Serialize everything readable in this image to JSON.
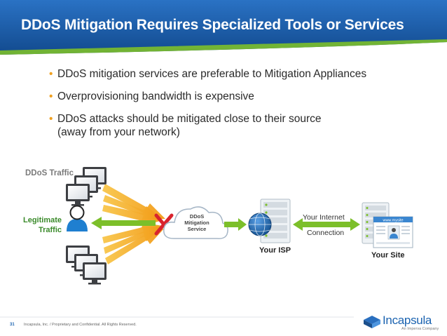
{
  "slide": {
    "title": "DDoS Mitigation Requires Specialized Tools or Services",
    "bullets": [
      {
        "text": "DDoS mitigation services are preferable to Mitigation Appliances"
      },
      {
        "text": "Overprovisioning bandwidth is expensive"
      },
      {
        "text": "DDoS attacks should be mitigated  close to  their source",
        "continuation": "(away from your network)"
      }
    ],
    "bullet_glyph": "•"
  },
  "diagram": {
    "ddos_traffic_label": "DDoS Traffic",
    "legitimate_traffic_label": "Legitimate Traffic",
    "mitigation_service_label": "DDoS Mitigation Service",
    "isp_label": "Your ISP",
    "connection_label_line1": "Your Internet",
    "connection_label_line2": "Connection",
    "site_label": "Your Site",
    "site_url_text": "www.mysite",
    "block_glyph": "✖",
    "icons": [
      "computer-icon",
      "user-icon",
      "cloud-icon",
      "globe-icon",
      "server-icon",
      "website-icon",
      "block-x-icon"
    ]
  },
  "footer": {
    "page_number": "31",
    "copyright": "Incapsula, Inc. / Proprietary and Confidential. All Rights Reserved.",
    "logo_name": "Incapsula",
    "logo_tagline": "An Imperva Company"
  },
  "colors": {
    "header_blue": "#1b5fae",
    "header_blue_dark": "#0f3f7a",
    "accent_green": "#7cbf2a",
    "ddos_orange": "#f3a51d",
    "block_red": "#d9232d",
    "bullet_orange": "#f0a020"
  }
}
